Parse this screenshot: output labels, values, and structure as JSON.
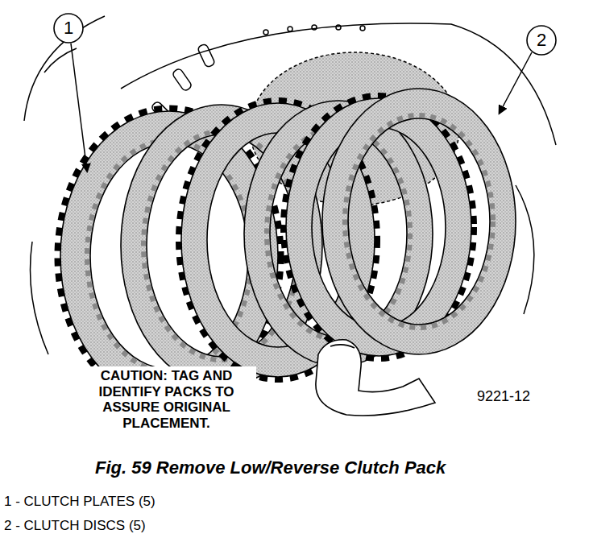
{
  "diagram": {
    "caption": "Fig. 59 Remove Low/Reverse Clutch Pack",
    "labels": [
      "1",
      "2",
      "CAUTION: TAG AND IDENTIFY PACKS TO ASSURE ORIGINAL PLACEMENT.",
      "9221-12",
      "1 - CLUTCH PLATES (5)",
      "2 - CLUTCH DISCS (5)"
    ]
  }
}
